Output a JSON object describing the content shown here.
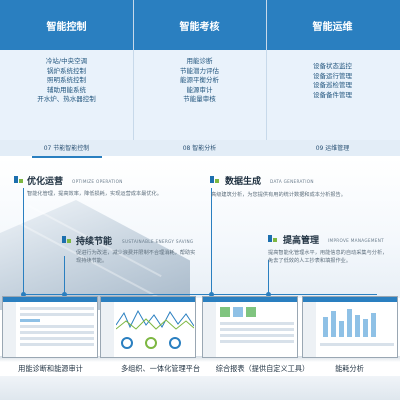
{
  "top_columns": [
    {
      "title": "智能控制",
      "items": [
        "冷站/中央空调",
        "锅炉系统控制",
        "照明系统控制",
        "辅助用能系统",
        "开水炉、热水器控制"
      ],
      "footer": "07 节能智能控制"
    },
    {
      "title": "智能考核",
      "items": [
        "用能诊断",
        "节能潜力评估",
        "能源平衡分析",
        "能源审计",
        "节能量审核"
      ],
      "footer": "08 智能分析"
    },
    {
      "title": "智能运维",
      "items": [
        "设备状态监控",
        "设备运行管理",
        "设备巡检管理",
        "设备备件管理"
      ],
      "footer": "09 运维管理"
    }
  ],
  "blocks": [
    {
      "title": "优化运营",
      "subtitle": "OPTIMIZE OPERATION",
      "desc": "智能化管理，提高效率，降低损耗，实现运营成本最优化。"
    },
    {
      "title": "数据生成",
      "subtitle": "DATA GENERATION",
      "desc": "高级建筑分析，为您提供有用的统计数据和成本分析报告。"
    },
    {
      "title": "持续节能",
      "subtitle": "SUSTAINABLE ENERGY SAVING",
      "desc": "促进行为改进，减少浪费并限制不合理消耗，帮助实现持续节能。"
    },
    {
      "title": "提高管理",
      "subtitle": "IMPROVE MANAGEMENT",
      "desc": "提高智能化管理水平，用能信息的自动采集与分析，免去了低效的人工抄表和填报作业。"
    }
  ],
  "captions": [
    "用能诊断和能源审计",
    "多组织、一体化管理平台",
    "综合报表（提供自定义工具）",
    "能耗分析"
  ],
  "colors": {
    "primary": "#2a7fc0",
    "accent": "#7db742",
    "text": "#1d2f3f"
  }
}
